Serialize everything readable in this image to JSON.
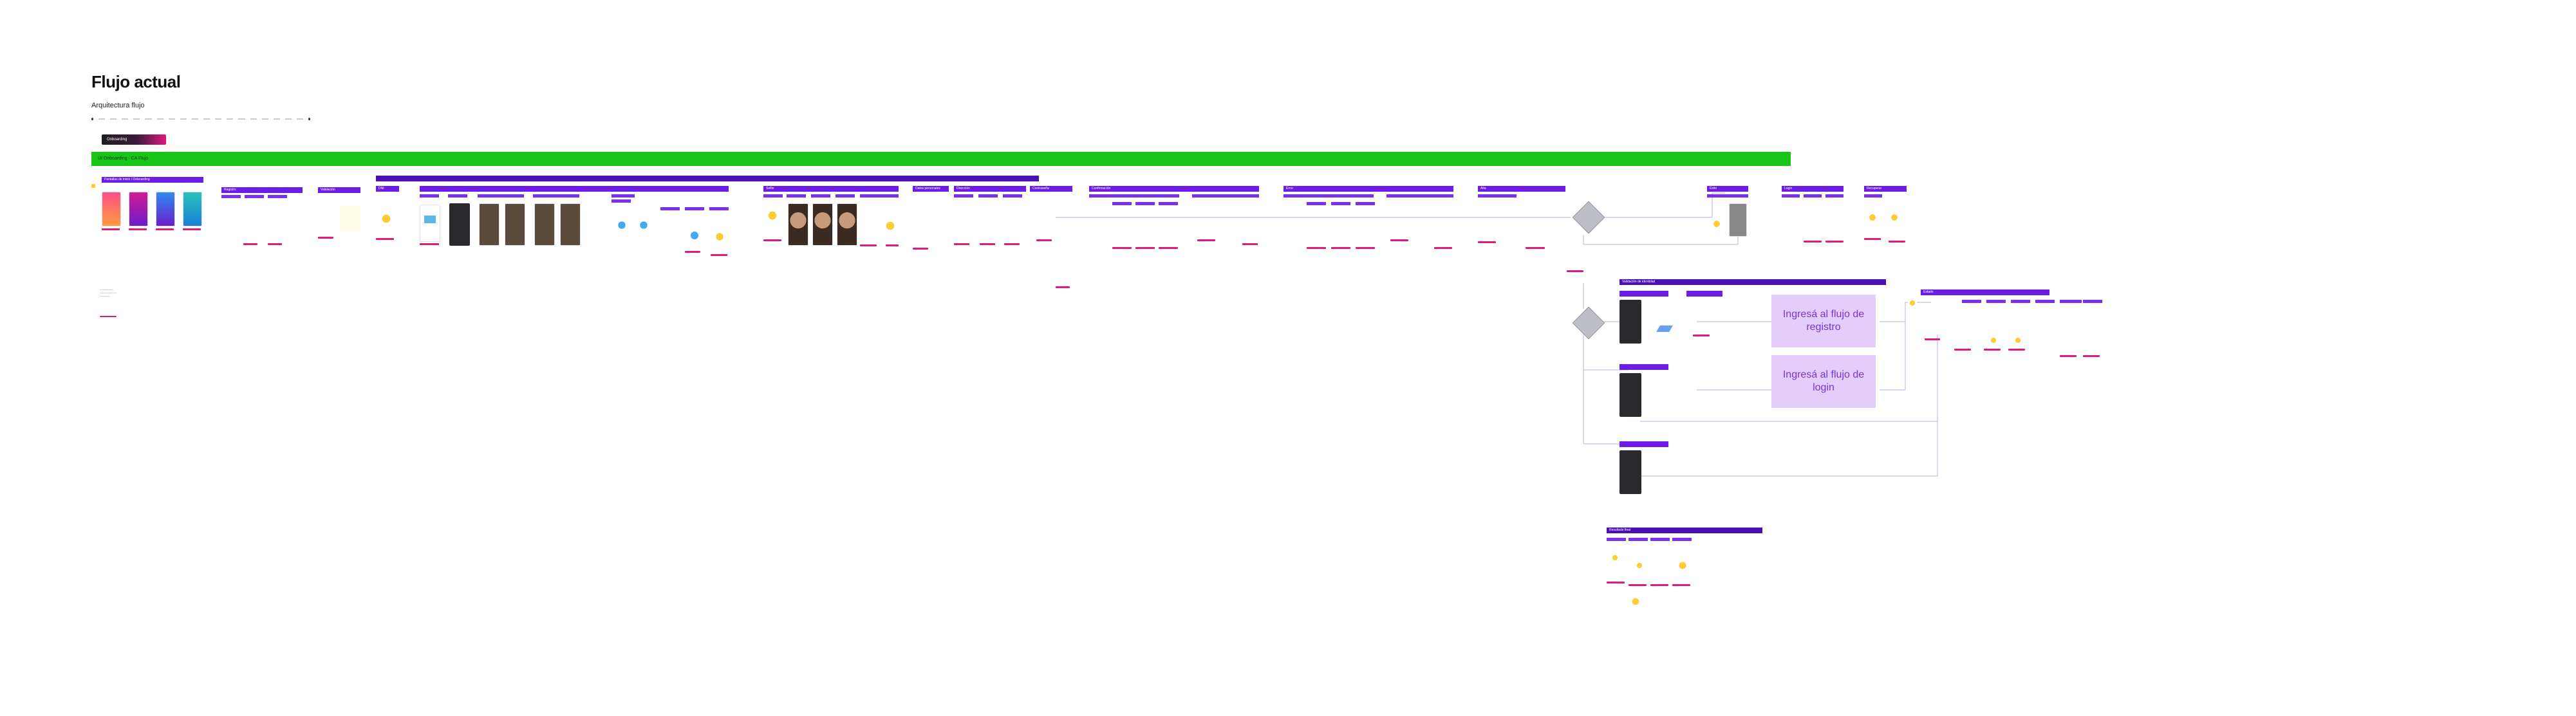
{
  "page": {
    "title": "Flujo actual",
    "subtitle": "Arquitectura flujo",
    "tag": "Onboarding",
    "green_bar": "UI Onboarding · CA Flujo"
  },
  "boxes": {
    "login_flow": "Ingresá al flujo de registro",
    "login_flow_2": "Ingresá al flujo de login"
  },
  "sections": {
    "s1": "Pantallas de inicio / Onboarding",
    "s2": "Registro",
    "s3": "Validación",
    "s4": "DNI",
    "s5": "Selfie",
    "s6": "Datos personales",
    "s7": "Dirección",
    "s8": "Contraseña",
    "s9": "Confirmación",
    "s10": "Error",
    "s11": "Alta",
    "s12": "Éxito",
    "s13": "Login",
    "s14": "Recuperar",
    "s15": "Ingreso",
    "s16": "Validación de identidad",
    "s17": "Estado",
    "s18": "Resultado final"
  },
  "colors": {
    "accent": "#6c1ce6",
    "green": "#17c417",
    "pink": "#e0197d",
    "box": "#e2cdfb"
  }
}
